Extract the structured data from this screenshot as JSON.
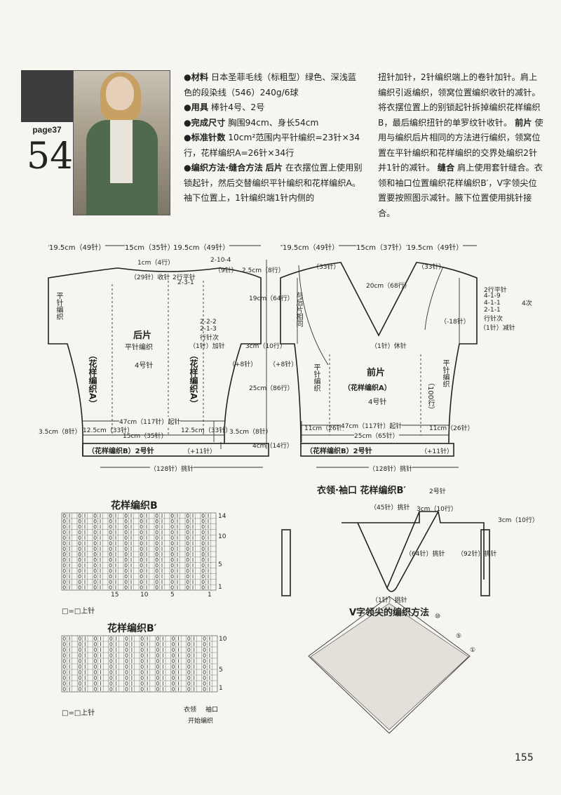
{
  "header": {
    "page_ref": "page37",
    "pattern_number": "54"
  },
  "instructions": {
    "materials_label": "●材料",
    "materials_text": "日本圣菲毛线（标粗型）绿色、深浅蓝色的段染线（546）240g/6球",
    "tools_label": "●用具",
    "tools_text": "棒针4号、2号",
    "size_label": "●完成尺寸",
    "size_text": "胸围94cm、身长54cm",
    "gauge_label": "●标准针数",
    "gauge_text": "10cm²范围内平针编织=23针×34行，花样编织A=26针×34行",
    "method_label": "●编织方法·缝合方法",
    "back_label": "后片",
    "method_text_1": "在衣摆位置上使用别锁起针，然后交替编织平针编织和花样编织A。袖下位置上，1针编织端1针内侧的",
    "method_text_2": "扭针加针，2针编织端上的卷针加针。肩上编织引返编织，领窝位置编织收针的减针。将衣摆位置上的别锁起针拆掉编织花样编织B，最后编织扭针的单罗纹针收针。",
    "front_label": "前片",
    "method_text_3": "使用与编织后片相同的方法进行编织，领窝位置在平针编织和花样编织的交界处编织2针并1针的减针。",
    "seam_label": "缝合",
    "method_text_4": "肩上使用套针缝合。衣领和袖口位置编织花样编织B′，V字领尖位置要按照图示减针。腋下位置使用挑针接合。"
  },
  "back_diagram": {
    "top_dims": [
      "19.5cm（49针）",
      "15cm（35针）",
      "19.5cm（49针）"
    ],
    "neck_depth": "1cm（4行）",
    "neck_bind": "（29针）收针",
    "shoulder_rows": "2行平针",
    "shoulder_dec": "2-3-1",
    "shoulder_top": "2-10-4",
    "shoulder_sts": "（9针）",
    "shoulder_h": "2.5cm（8行）",
    "body_h": "19cm（64行）",
    "inc_rule": "2-2-2",
    "inc_rule2": "2-1-3",
    "inc_rule3": "行针次",
    "inc_note": "（1针）加针",
    "side_3cm": "3cm（10行）",
    "plus8": "（+8针）",
    "plus8b": "（+8针）",
    "lower_h": "25cm（86行）",
    "title": "后片",
    "stockinette": "平针编织",
    "needle": "4号针",
    "pattern_a": "（花样编织A）",
    "side_label": "平针编织",
    "hem_left": "3.5cm（8针）",
    "hem_right": "3.5cm（8针）",
    "seg_12_5": "12.5cm（33针）",
    "seg_12_5b": "12.5cm（33针）",
    "seg_15": "15cm（35针）",
    "cast_on": "47cm（117针）起针",
    "rib": "（花样编织B）2号针",
    "rib_inc": "（+11针）",
    "rib_h": "4cm（14行）",
    "pickup": "（128针）挑针"
  },
  "front_diagram": {
    "top_dims": [
      "19.5cm（49针）",
      "15cm（37针）",
      "19.5cm（49针）"
    ],
    "shoulder_sts_l": "（33针）",
    "shoulder_sts_r": "（33针）",
    "same_as_back": "与后片相同",
    "v_depth": "20cm（68行）",
    "v_bottom": "（1针）休针",
    "neck_dec_title": "2行平针",
    "neck_dec_1": "4-1-9",
    "neck_dec_2": "4-1-1",
    "neck_dec_3": "2-1-1",
    "neck_dec_4": "行针次",
    "neck_dec_times": "4次",
    "neck_dec_sts": "（-18针）",
    "neck_dec_note": "（1针）减针",
    "title": "前片",
    "pattern_a": "（花样编织A）",
    "needle": "4号针",
    "side_label": "平针编织",
    "side_h": "（100行）",
    "hem_left": "11cm（26针）",
    "hem_right": "11cm（26针）",
    "cast_on": "47cm（117针）起针",
    "seg_25": "25cm（65针）",
    "rib": "（花样编织B）2号针",
    "rib_inc": "（+11针）",
    "pickup": "（128针）挑针"
  },
  "collar_diagram": {
    "title": "衣领·袖口  花样编织B′",
    "needle": "2号针",
    "pickup45": "（45针）挑针",
    "h_3cm": "3cm（10行）",
    "pickup64": "（64针）挑针",
    "pickup1": "（1针）挑针",
    "sleeve_h": "3cm（10行）",
    "pickup92": "（92针）挑针"
  },
  "chart_b": {
    "title": "花样编织B",
    "rows": [
      "14",
      "10",
      "5",
      "1"
    ],
    "cols": [
      "15",
      "10",
      "5",
      "1"
    ],
    "legend": "□=□上针"
  },
  "chart_b2": {
    "title": "花样编织B′",
    "rows": [
      "10",
      "5",
      "1"
    ],
    "legend": "□=□上针",
    "collar_label": "衣领",
    "cuff_label": "袖口",
    "start_label": "开始编织"
  },
  "v_neck": {
    "title": "V字领尖的编织方法",
    "mark10": "⑩",
    "mark5": "⑤",
    "mark1": "①"
  },
  "footer": {
    "page_number": "155"
  }
}
